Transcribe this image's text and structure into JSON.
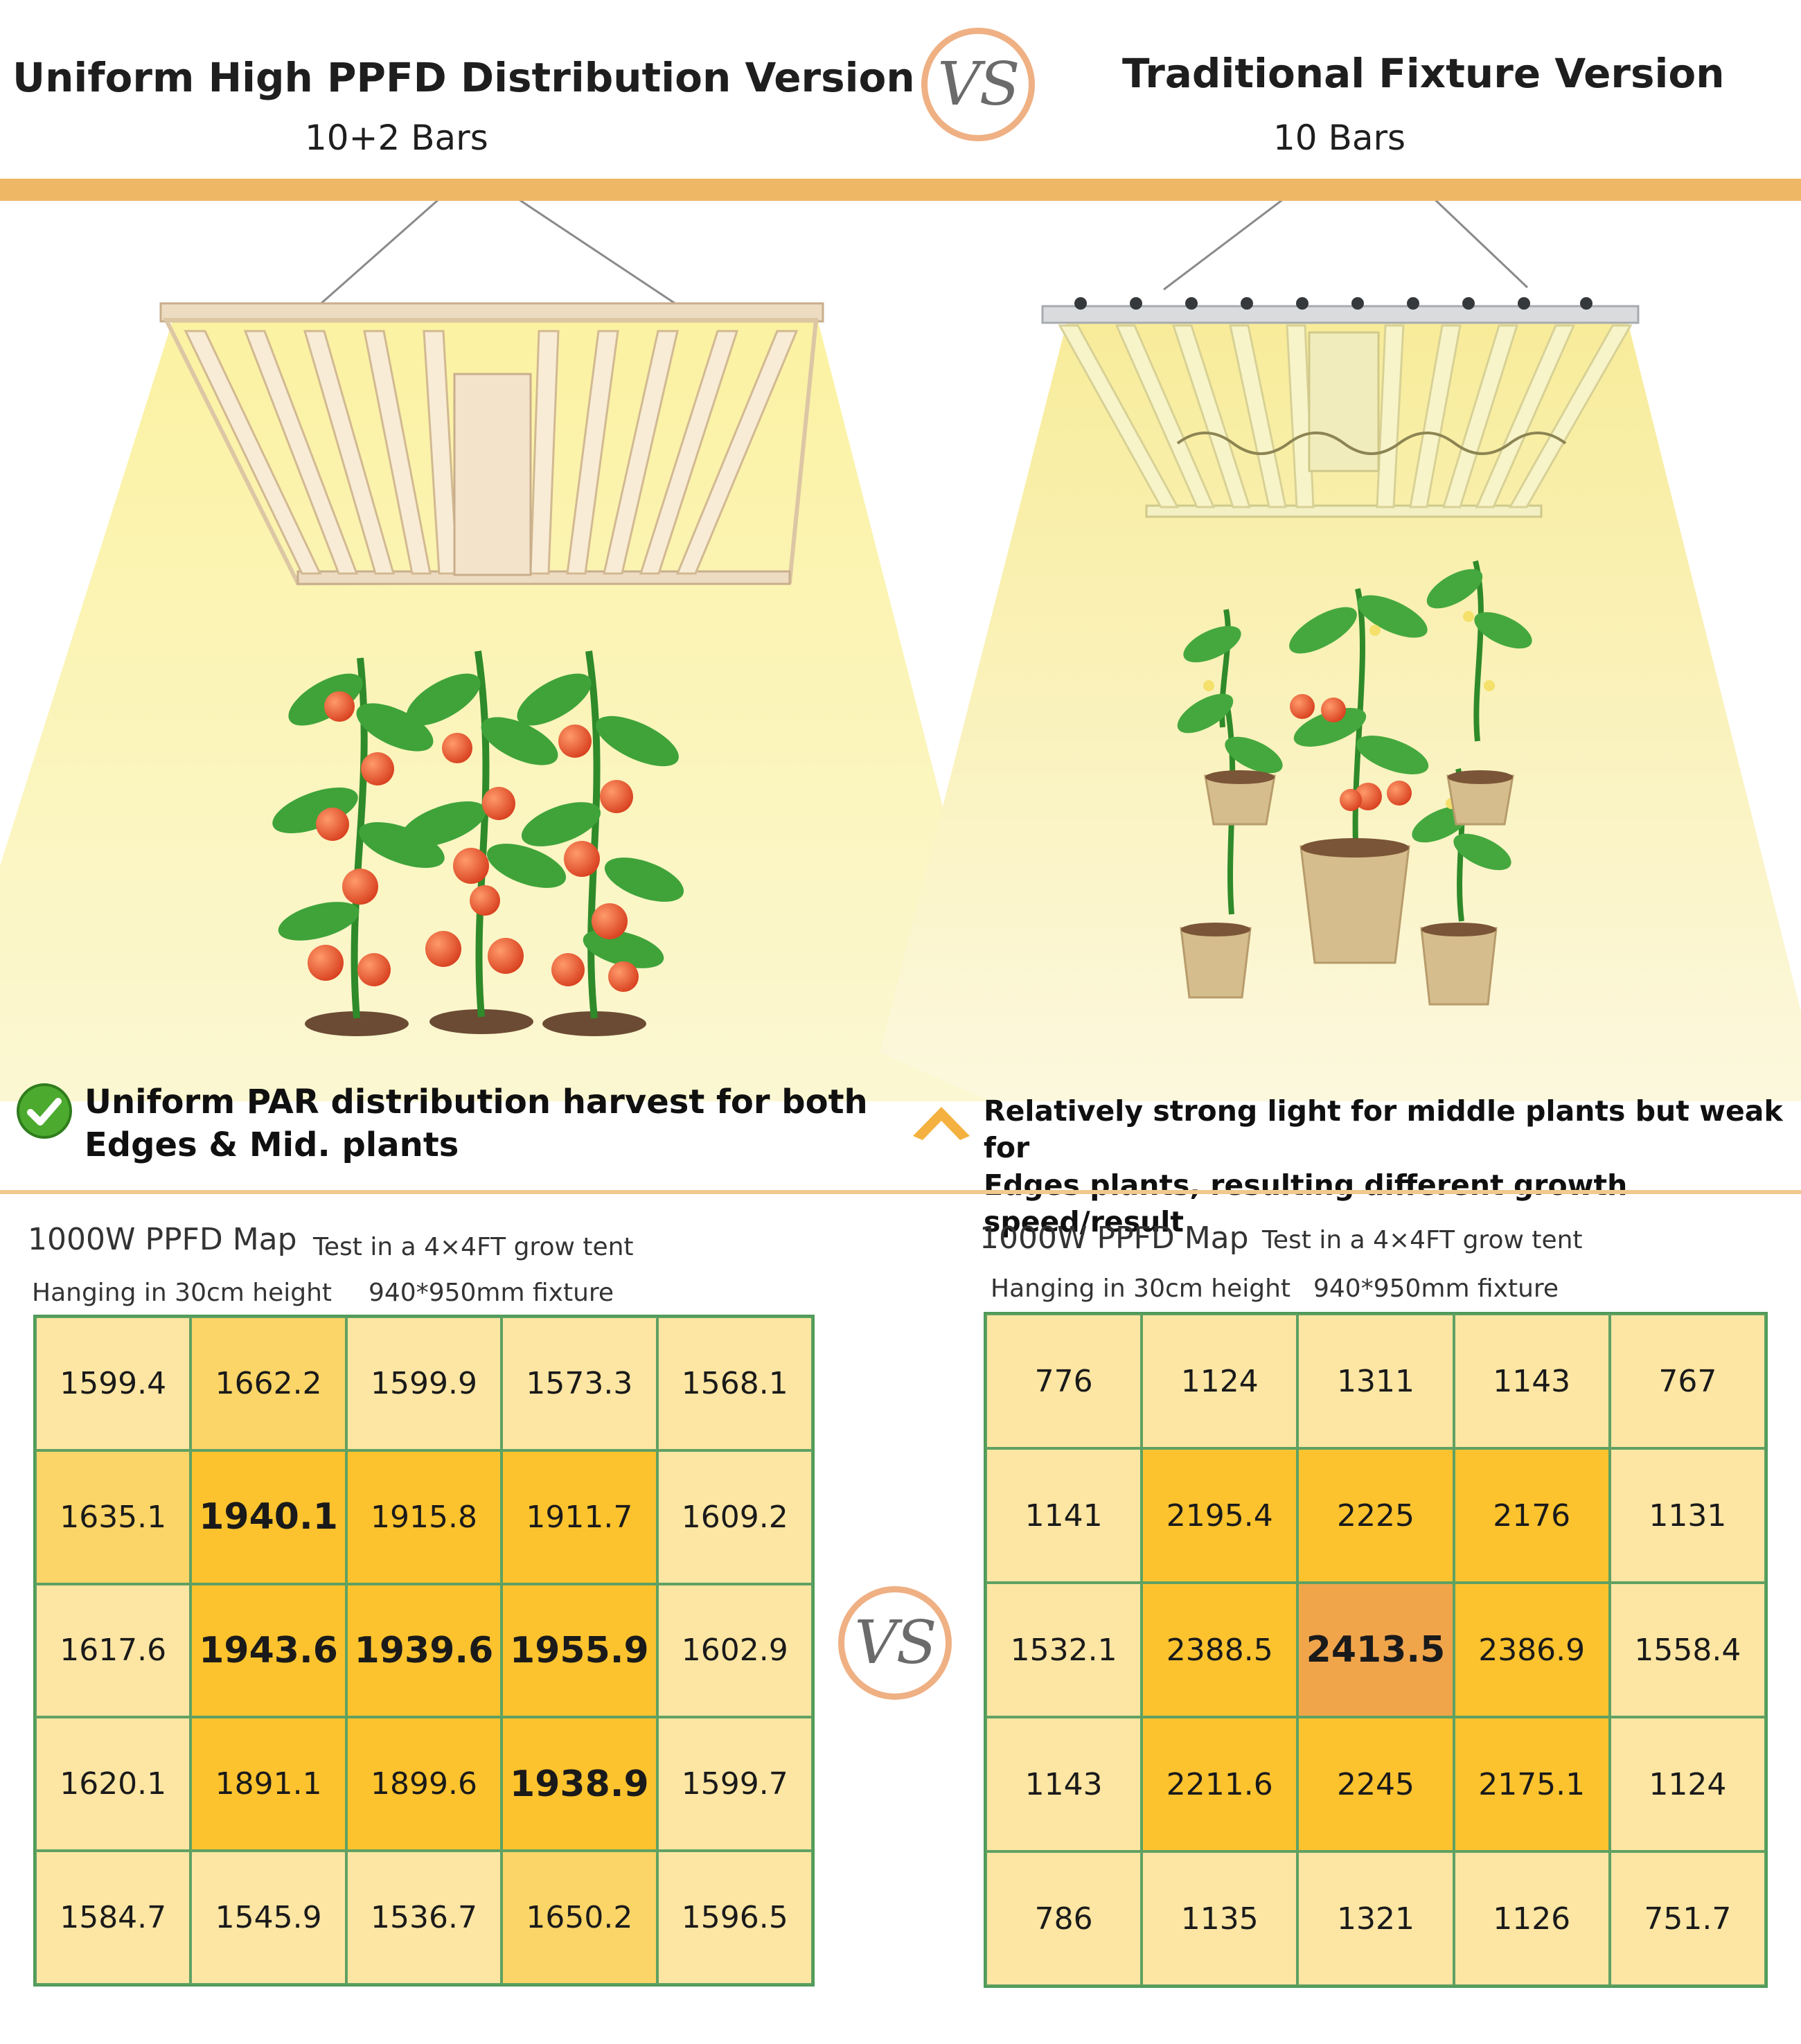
{
  "header": {
    "left_title": "Uniform High PPFD Distribution Version",
    "left_subtitle": "10+2 Bars",
    "right_title": "Traditional Fixture Version",
    "right_subtitle": "10 Bars",
    "vs_label": "VS"
  },
  "captions": {
    "left_line1": "Uniform PAR distribution harvest for both",
    "left_line2": "Edges & Mid. plants",
    "right_line1": "Relatively strong light for middle plants but weak for",
    "right_line2": "Edges plants, resulting different growth speed/result"
  },
  "maps": {
    "left": {
      "title": "1000W PPFD Map",
      "test_note": "Test in a 4×4FT grow tent",
      "height_note": "Hanging in 30cm height",
      "fixture_note": "940*950mm fixture",
      "rows": [
        [
          "1599.4",
          "1662.2",
          "1599.9",
          "1573.3",
          "1568.1"
        ],
        [
          "1635.1",
          "1940.1",
          "1915.8",
          "1911.7",
          "1609.2"
        ],
        [
          "1617.6",
          "1943.6",
          "1939.6",
          "1955.9",
          "1602.9"
        ],
        [
          "1620.1",
          "1891.1",
          "1899.6",
          "1938.9",
          "1599.7"
        ],
        [
          "1584.7",
          "1545.9",
          "1536.7",
          "1650.2",
          "1596.5"
        ]
      ]
    },
    "right": {
      "title": "1000W PPFD Map",
      "test_note": "Test in a 4×4FT grow tent",
      "height_note": "Hanging in 30cm height",
      "fixture_note": "940*950mm fixture",
      "rows": [
        [
          "776",
          "1124",
          "1311",
          "1143",
          "767"
        ],
        [
          "1141",
          "2195.4",
          "2225",
          "2176",
          "1131"
        ],
        [
          "1532.1",
          "2388.5",
          "2413.5",
          "2386.9",
          "1558.4"
        ],
        [
          "1143",
          "2211.6",
          "2245",
          "2175.1",
          "1124"
        ],
        [
          "786",
          "1135",
          "1321",
          "1126",
          "751.7"
        ]
      ]
    }
  },
  "colors": {
    "accent": "#eeb765",
    "vs_ring": "#efb083",
    "grid_line": "#5fa163",
    "cell_light": "#fde6a3",
    "cell_mid": "#fbd567",
    "cell_high": "#fcc32e",
    "cell_peak": "#f0a54b",
    "check_green": "#4caa2e",
    "warn_orange": "#f4b13f"
  }
}
